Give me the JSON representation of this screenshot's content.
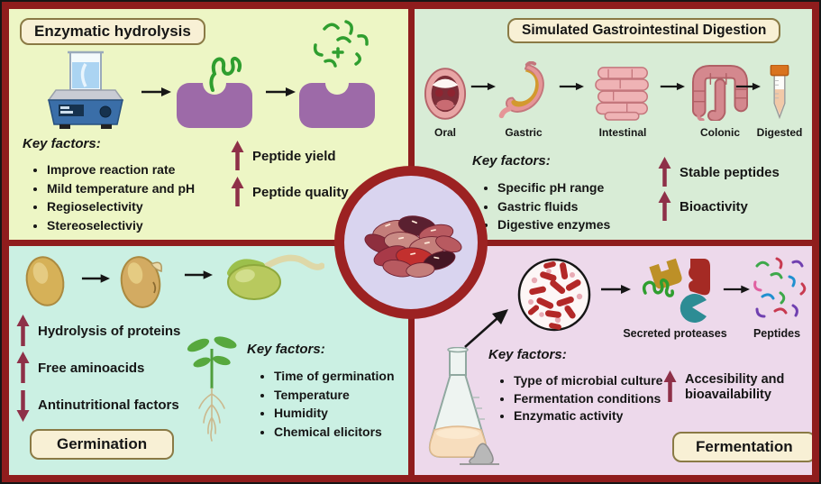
{
  "colors": {
    "frame_border": "#8f1d1d",
    "circle_ring": "#9c2222",
    "circle_bg": "#d9d4ef",
    "quad_tl_bg": "#edf6c5",
    "quad_tr_bg": "#d8ecd6",
    "quad_bl_bg": "#cbf0e3",
    "quad_br_bg": "#edd9eb",
    "pill_bg": "#f8f0d5",
    "pill_border": "#8a7a45",
    "maroon_arrow": "#8e3048",
    "flow_arrow": "#161616",
    "text": "#161616"
  },
  "icons": {
    "center": "kidney-beans-illustration",
    "enzymatic": [
      "magnetic-stirrer-icon",
      "flow-arrow-icon",
      "enzyme-substrate-icon",
      "enzyme-peptides-icon"
    ],
    "digestion": [
      "mouth-icon",
      "stomach-icon",
      "intestine-icon",
      "colon-icon",
      "tube-icon"
    ],
    "germination": [
      "seed-icon",
      "cracked-seed-icon",
      "sprouted-seed-icon",
      "seedling-icon"
    ],
    "fermentation": [
      "flask-icon",
      "bacteria-culture-icon",
      "proteases-icon",
      "peptides-scatter-icon"
    ]
  },
  "enzymatic": {
    "title": "Enzymatic hydrolysis",
    "key_factors_label": "Key factors:",
    "bullets": [
      "Improve reaction rate",
      "Mild temperature and pH",
      "Regioselectivity",
      "Stereoselectiviy"
    ],
    "outcomes": [
      {
        "direction": "up",
        "label": "Peptide yield"
      },
      {
        "direction": "up",
        "label": "Peptide quality"
      }
    ]
  },
  "digestion": {
    "title": "Simulated Gastrointestinal Digestion",
    "stages": [
      "Oral",
      "Gastric",
      "Intestinal",
      "Colonic",
      "Digested"
    ],
    "key_factors_label": "Key factors:",
    "bullets": [
      "Specific pH range",
      "Gastric fluids",
      "Digestive enzymes"
    ],
    "outcomes": [
      {
        "direction": "up",
        "label": "Stable peptides"
      },
      {
        "direction": "up",
        "label": "Bioactivity"
      }
    ]
  },
  "germination": {
    "title": "Germination",
    "key_factors_label": "Key factors:",
    "bullets": [
      "Time of germination",
      "Temperature",
      "Humidity",
      "Chemical elicitors"
    ],
    "outcomes": [
      {
        "direction": "up",
        "label": "Hydrolysis of proteins"
      },
      {
        "direction": "up",
        "label": "Free aminoacids"
      },
      {
        "direction": "down",
        "label": "Antinutritional factors"
      }
    ]
  },
  "fermentation": {
    "title": "Fermentation",
    "key_factors_label": "Key factors:",
    "bullets": [
      "Type of microbial culture",
      "Fermentation conditions",
      "Enzymatic activity"
    ],
    "labels": {
      "proteases": "Secreted proteases",
      "peptides": "Peptides"
    },
    "outcomes": [
      {
        "direction": "up",
        "label": "Accesibility and bioavailability"
      }
    ]
  }
}
